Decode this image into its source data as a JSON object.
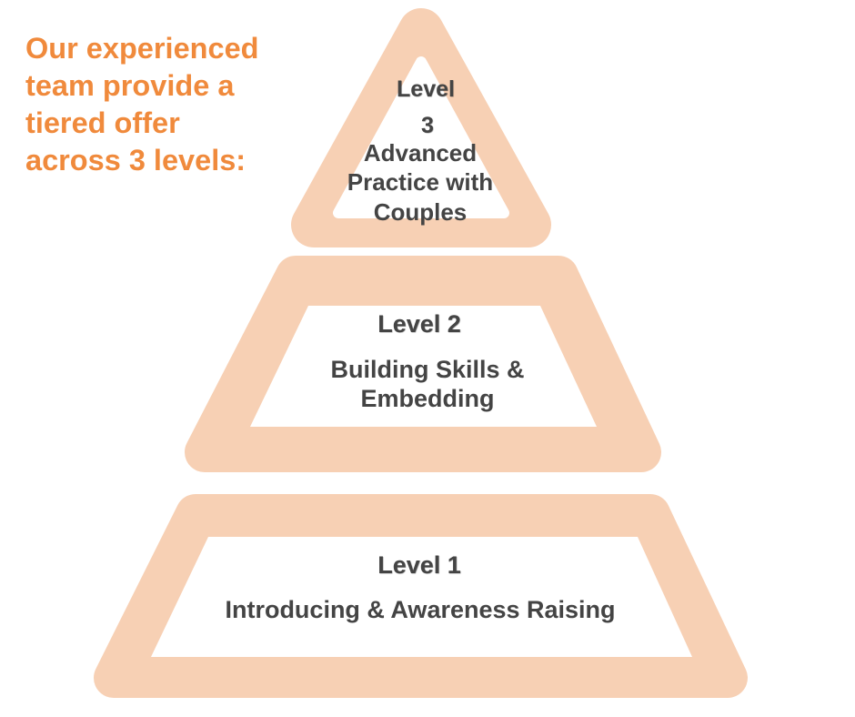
{
  "intro": {
    "lines": [
      "Our experienced",
      "team provide a",
      "tiered offer",
      "across 3 levels:"
    ]
  },
  "levels": {
    "level3": {
      "title_line1": "Level",
      "title_line2": "3",
      "desc_line1": "Advanced",
      "desc_line2": "Practice with",
      "desc_line3": "Couples"
    },
    "level2": {
      "title": "Level 2",
      "desc_line1": "Building Skills &",
      "desc_line2": "Embedding"
    },
    "level1": {
      "title": "Level 1",
      "desc": "Introducing & Awareness Raising"
    }
  },
  "colors": {
    "accent": "#f08a3c",
    "tier_fill": "#f7d0b4",
    "text": "#444444",
    "inner": "#ffffff"
  }
}
